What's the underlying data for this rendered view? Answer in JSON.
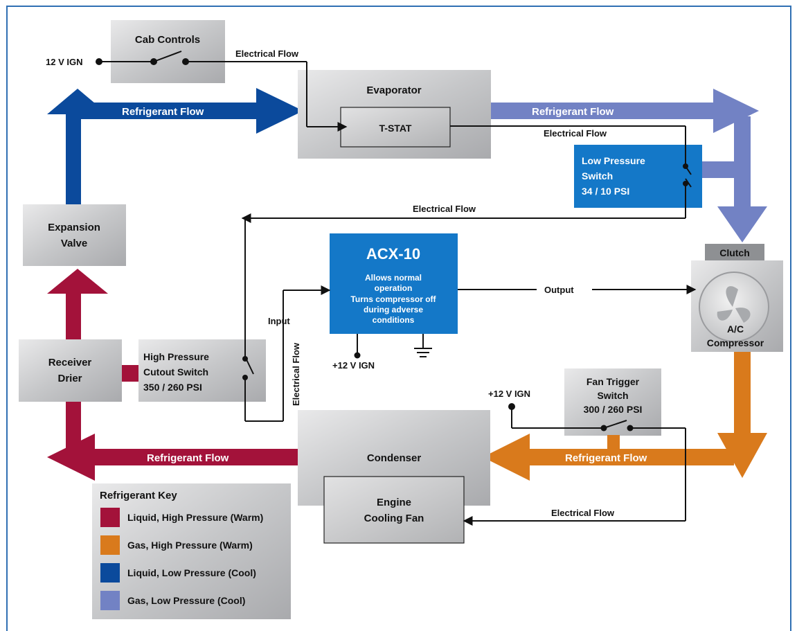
{
  "colors": {
    "liquid_high": "#a3123a",
    "gas_high": "#d97a1c",
    "liquid_low": "#0b4a9c",
    "gas_low": "#7282c4",
    "acx_blue": "#1478c8",
    "frame": "#2f6fb3"
  },
  "components": {
    "cab_controls": "Cab Controls",
    "evaporator": "Evaporator",
    "tstat": "T-STAT",
    "low_pressure_line1": "Low Pressure",
    "low_pressure_line2": "Switch",
    "low_pressure_line3": "34 / 10 PSI",
    "expansion_line1": "Expansion",
    "expansion_line2": "Valve",
    "acx_title": "ACX-10",
    "acx_line1": "Allows normal",
    "acx_line2": "operation",
    "acx_line3": "Turns compressor off",
    "acx_line4": "during adverse",
    "acx_line5": "conditions",
    "clutch": "Clutch",
    "compressor_line1": "A/C",
    "compressor_line2": "Compressor",
    "receiver_line1": "Receiver",
    "receiver_line2": "Drier",
    "hp_line1": "High Pressure",
    "hp_line2": "Cutout Switch",
    "hp_line3": "350 / 260 PSI",
    "fan_trigger_line1": "Fan Trigger",
    "fan_trigger_line2": "Switch",
    "fan_trigger_line3": "300 / 260 PSI",
    "condenser": "Condenser",
    "fan_line1": "Engine",
    "fan_line2": "Cooling Fan"
  },
  "labels": {
    "ign_12v": "12 V IGN",
    "ign_plus12_bottom": "+12 V IGN",
    "ign_plus12_fan": "+12 V IGN",
    "electrical_flow_1": "Electrical Flow",
    "electrical_flow_2": "Electrical Flow",
    "electrical_flow_3": "Electrical Flow",
    "electrical_flow_vertical": "Electrical Flow",
    "electrical_flow_4": "Electrical Flow",
    "input": "Input",
    "output": "Output",
    "refrigerant_flow_top_left": "Refrigerant Flow",
    "refrigerant_flow_top_right": "Refrigerant Flow",
    "refrigerant_flow_bottom_left": "Refrigerant Flow",
    "refrigerant_flow_bottom_right": "Refrigerant Flow"
  },
  "key": {
    "title": "Refrigerant Key",
    "items": [
      {
        "label": "Liquid, High Pressure (Warm)",
        "color": "#a3123a"
      },
      {
        "label": "Gas, High Pressure (Warm)",
        "color": "#d97a1c"
      },
      {
        "label": "Liquid, Low Pressure (Cool)",
        "color": "#0b4a9c"
      },
      {
        "label": "Gas, Low Pressure (Cool)",
        "color": "#7282c4"
      }
    ]
  }
}
